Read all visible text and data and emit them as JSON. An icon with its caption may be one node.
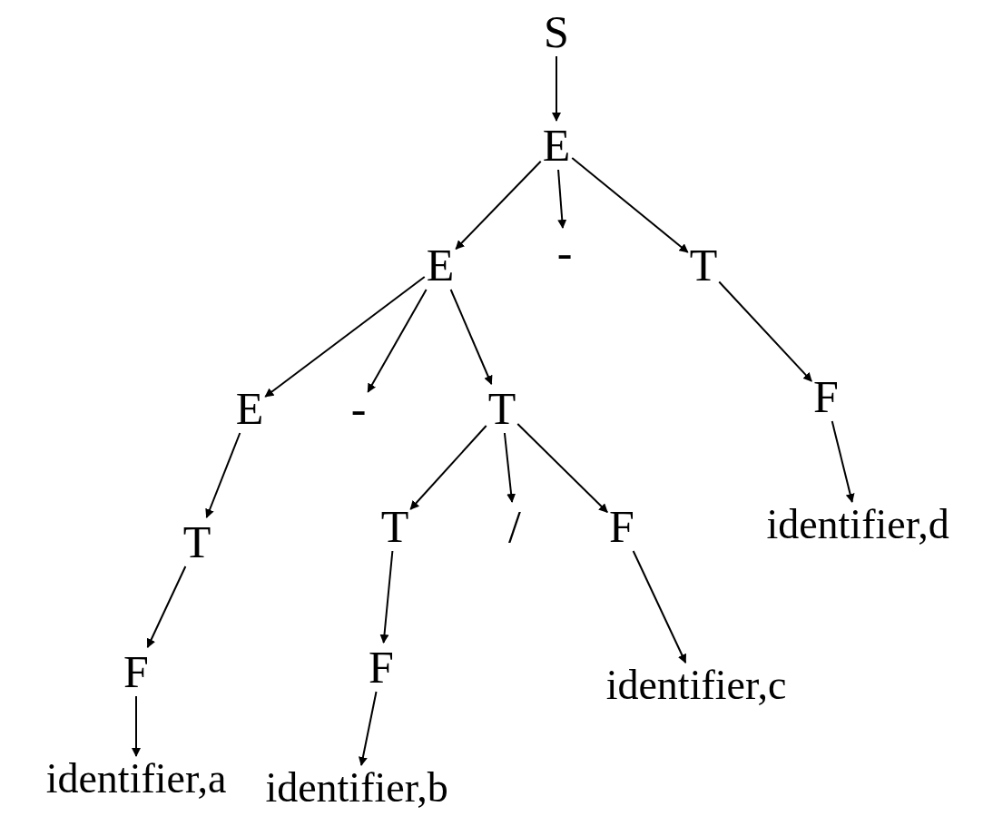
{
  "diagram": {
    "nodes": [
      {
        "text": [
          "S"
        ]
      },
      {
        "text": [
          "E"
        ]
      },
      {
        "text": [
          "E"
        ]
      },
      {
        "text": [
          "-"
        ]
      },
      {
        "text": [
          "T"
        ]
      },
      {
        "text": [
          "E"
        ]
      },
      {
        "text": [
          "-"
        ]
      },
      {
        "text": [
          "T"
        ]
      },
      {
        "text": [
          "F"
        ]
      },
      {
        "text": [
          "T"
        ]
      },
      {
        "text": [
          "T"
        ]
      },
      {
        "text": [
          "/"
        ]
      },
      {
        "text": [
          "F"
        ]
      },
      {
        "text": [
          "identifier,d"
        ]
      },
      {
        "text": [
          "F"
        ]
      },
      {
        "text": [
          "F"
        ]
      },
      {
        "text": [
          "identifier,c"
        ]
      },
      {
        "text": [
          "identifier,a"
        ]
      },
      {
        "text": [
          "identifier,b"
        ]
      }
    ],
    "edges": [
      {
        "from": 0,
        "to": 1,
        "arrow": "to"
      },
      {
        "from": 1,
        "to": 2,
        "arrow": "to"
      },
      {
        "from": 1,
        "to": 3,
        "arrow": "to"
      },
      {
        "from": 1,
        "to": 4,
        "arrow": "to"
      },
      {
        "from": 2,
        "to": 5,
        "arrow": "to"
      },
      {
        "from": 2,
        "to": 6,
        "arrow": "to"
      },
      {
        "from": 2,
        "to": 7,
        "arrow": "to"
      },
      {
        "from": 4,
        "to": 8,
        "arrow": "to"
      },
      {
        "from": 5,
        "to": 9,
        "arrow": "to"
      },
      {
        "from": 7,
        "to": 10,
        "arrow": "to"
      },
      {
        "from": 7,
        "to": 11,
        "arrow": "to"
      },
      {
        "from": 7,
        "to": 12,
        "arrow": "to"
      },
      {
        "from": 8,
        "to": 13,
        "arrow": "to"
      },
      {
        "from": 9,
        "to": 14,
        "arrow": "to"
      },
      {
        "from": 10,
        "to": 15,
        "arrow": "to"
      },
      {
        "from": 12,
        "to": 16,
        "arrow": "to"
      },
      {
        "from": 14,
        "to": 17,
        "arrow": "to"
      },
      {
        "from": 15,
        "to": 18,
        "arrow": "to"
      }
    ]
  }
}
